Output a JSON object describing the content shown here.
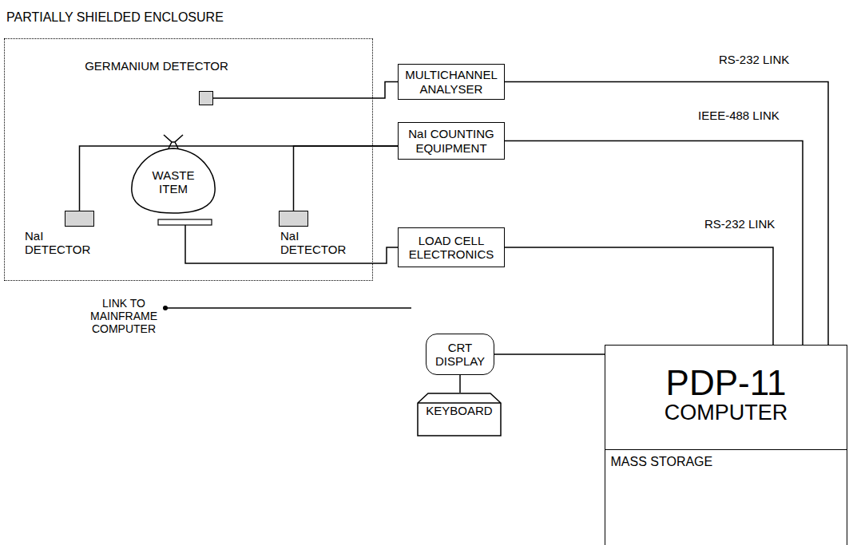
{
  "diagram": {
    "nodes": [
      {
        "text": [
          "PARTIALLY SHIELDED ENCLOSURE"
        ]
      },
      {
        "text": [
          "GERMANIUM DETECTOR"
        ],
        "in": 0
      },
      {
        "text": [
          "WASTE ITEM"
        ],
        "in": 0
      },
      {
        "text": [
          "NaI DETECTOR"
        ],
        "in": 0
      },
      {
        "text": [
          "NaI DETECTOR"
        ],
        "in": 0
      },
      {
        "text": [
          "MULTICHANNEL ANALYSER"
        ]
      },
      {
        "text": [
          "NaI COUNTING EQUIPMENT"
        ]
      },
      {
        "text": [
          "LOAD CELL ELECTRONICS"
        ]
      },
      {
        "text": [
          "CRT DISPLAY"
        ]
      },
      {
        "text": [
          "KEYBOARD"
        ]
      },
      {
        "text": [
          "PDP-11",
          "COMPUTER"
        ]
      },
      {
        "text": [
          "MASS STORAGE"
        ],
        "in": 10
      }
    ],
    "edges": [
      {
        "from": 1,
        "to": 5,
        "arrow": "none"
      },
      {
        "from": 3,
        "to": 6,
        "arrow": "none"
      },
      {
        "from": 4,
        "to": 6,
        "arrow": "none"
      },
      {
        "from": 5,
        "to": 10,
        "label": "RS-232 LINK",
        "arrow": "none"
      },
      {
        "from": 6,
        "to": 10,
        "label": "IEEE-488 LINK",
        "arrow": "none"
      },
      {
        "from": 7,
        "to": 10,
        "label": "RS-232 LINK",
        "arrow": "none"
      },
      {
        "from": 8,
        "to": 10,
        "arrow": "none"
      },
      {
        "from": 8,
        "to": 9,
        "arrow": "none"
      }
    ],
    "labels": [
      "LINK TO MAINFRAME COMPUTER"
    ]
  }
}
